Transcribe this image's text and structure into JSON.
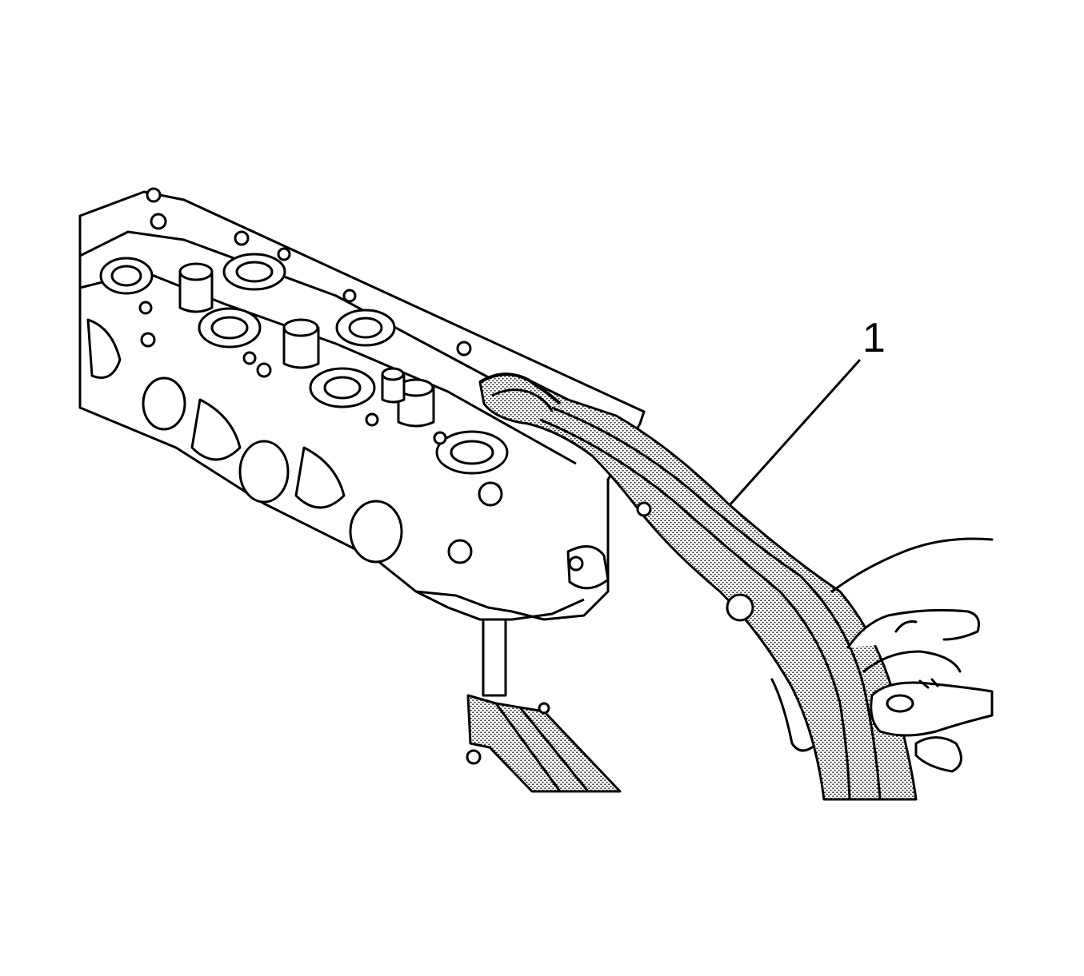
{
  "diagram": {
    "callouts": [
      {
        "label": "1"
      }
    ]
  },
  "colors": {
    "ink": "#000000",
    "paper": "#ffffff",
    "tool_shading": "stipple-gray"
  },
  "icons": {
    "cylinder-head": "cylinder-head-illustration",
    "valve-spring-tool": "lever-tool-illustration",
    "hand": "hand-illustration"
  }
}
